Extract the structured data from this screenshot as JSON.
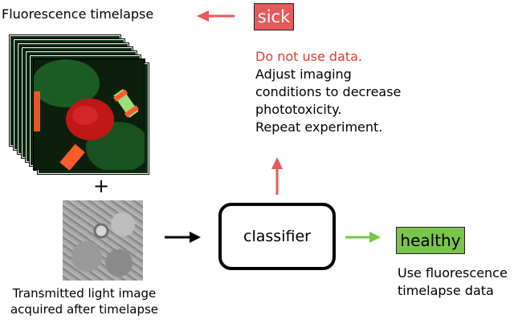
{
  "fluorescence": {
    "title": "Fluorescence timelapse"
  },
  "plus": "+",
  "transmitted": {
    "caption_line1": "Transmitted light image",
    "caption_line2": "acquired after timelapse"
  },
  "classifier": {
    "label": "classifier"
  },
  "sick": {
    "label": "sick",
    "warning": "Do not use data.",
    "lines": [
      "Adjust imaging",
      "conditions to decrease",
      "phototoxicity.",
      "Repeat experiment."
    ]
  },
  "healthy": {
    "label": "healthy",
    "lines": [
      "Use fluorescence",
      "timelapse data"
    ]
  },
  "colors": {
    "sick": "#e8595a",
    "sick_text": "#e53a2f",
    "healthy": "#79c44b",
    "arrow_black": "#000000"
  }
}
